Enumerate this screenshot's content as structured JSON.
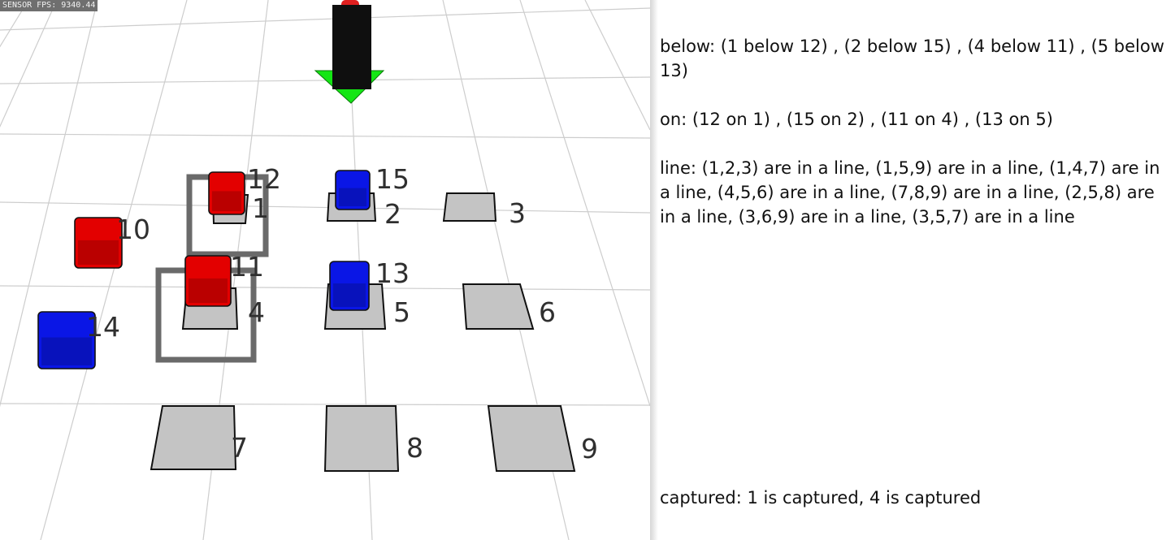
{
  "viewport": {
    "fps_text": "SENSOR FPS: 9340.44"
  },
  "colors": {
    "red_block": "#e30000",
    "blue_block": "#0a16e6",
    "gripper_indicator": "#14e614",
    "cell_fill": "#c4c4c4",
    "captured_frame": "#6a6a6a"
  },
  "grid_cells": [
    {
      "name": "grid-1",
      "number": "1",
      "captured": true
    },
    {
      "name": "grid-2",
      "number": "2",
      "captured": false
    },
    {
      "name": "grid-3",
      "number": "3",
      "captured": false
    },
    {
      "name": "grid-4",
      "number": "4",
      "captured": true
    },
    {
      "name": "grid-5",
      "number": "5",
      "captured": false
    },
    {
      "name": "grid-6",
      "number": "6",
      "captured": false
    },
    {
      "name": "grid-7",
      "number": "7",
      "captured": false
    },
    {
      "name": "grid-8",
      "number": "8",
      "captured": false
    },
    {
      "name": "grid-9",
      "number": "9",
      "captured": false
    }
  ],
  "blocks": [
    {
      "id": "10",
      "color": "red"
    },
    {
      "id": "11",
      "color": "red"
    },
    {
      "id": "12",
      "color": "red"
    },
    {
      "id": "13",
      "color": "blue"
    },
    {
      "id": "14",
      "color": "blue"
    },
    {
      "id": "15",
      "color": "blue"
    }
  ],
  "relations": {
    "below": "below: (1 below 12) , (2 below 15) , (4 below 11) , (5 below 13)",
    "on": "on: (12 on 1) , (15 on 2) , (11 on 4) , (13 on 5)",
    "line": "line: (1,2,3) are in a line, (1,5,9) are in a line, (1,4,7) are in a line, (4,5,6) are in a line, (7,8,9) are in a line, (2,5,8) are in a line, (3,6,9) are in a line, (3,5,7) are in a line",
    "captured": "captured: 1 is captured, 4 is captured"
  }
}
